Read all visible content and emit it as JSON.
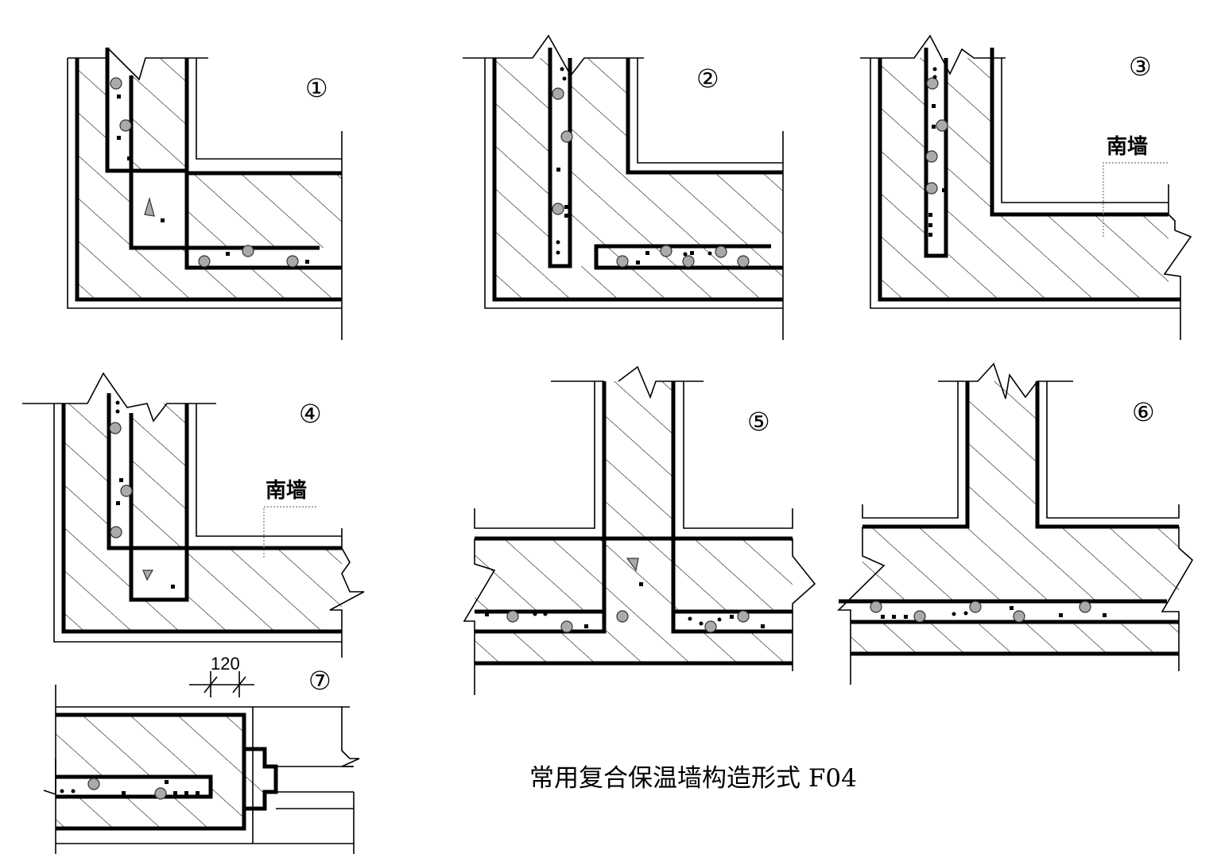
{
  "caption": "常用复合保温墙构造形式 F04",
  "details": [
    {
      "label": "①"
    },
    {
      "label": "②"
    },
    {
      "label": "③",
      "note": "南墙"
    },
    {
      "label": "④",
      "note": "南墙"
    },
    {
      "label": "⑤"
    },
    {
      "label": "⑥"
    },
    {
      "label": "⑦",
      "dimension": "120"
    }
  ]
}
